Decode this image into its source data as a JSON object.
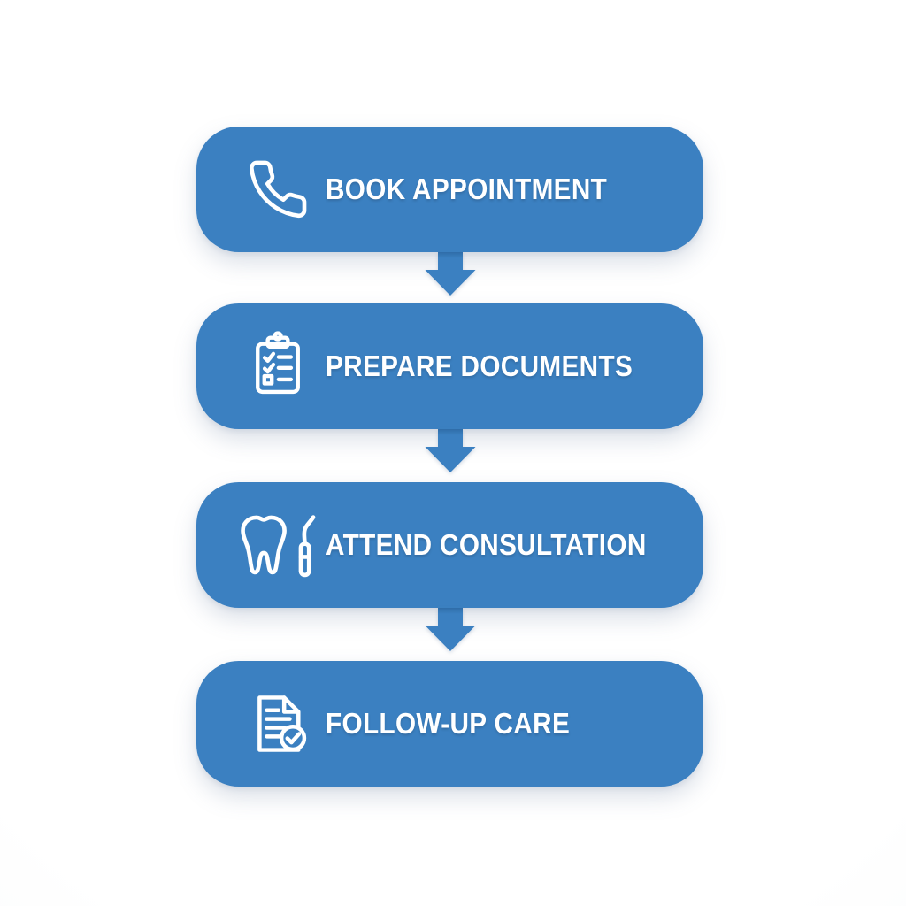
{
  "diagram": {
    "type": "flowchart",
    "orientation": "vertical",
    "steps": [
      {
        "label": "BOOK APPOINTMENT",
        "icon": "phone-icon"
      },
      {
        "label": "PREPARE DOCUMENTS",
        "icon": "clipboard-checklist-icon"
      },
      {
        "label": "ATTEND CONSULTATION",
        "icon": "tooth-and-dental-probe-icon"
      },
      {
        "label": "FOLLOW-UP CARE",
        "icon": "document-check-icon"
      }
    ],
    "connector_icon": "down-arrow",
    "colors": {
      "card_fill": "#3b80c1",
      "arrow_fill": "#3b80c1",
      "icon_stroke": "#ffffff",
      "label_text": "#ffffff",
      "background": "#f7f9fa"
    }
  }
}
